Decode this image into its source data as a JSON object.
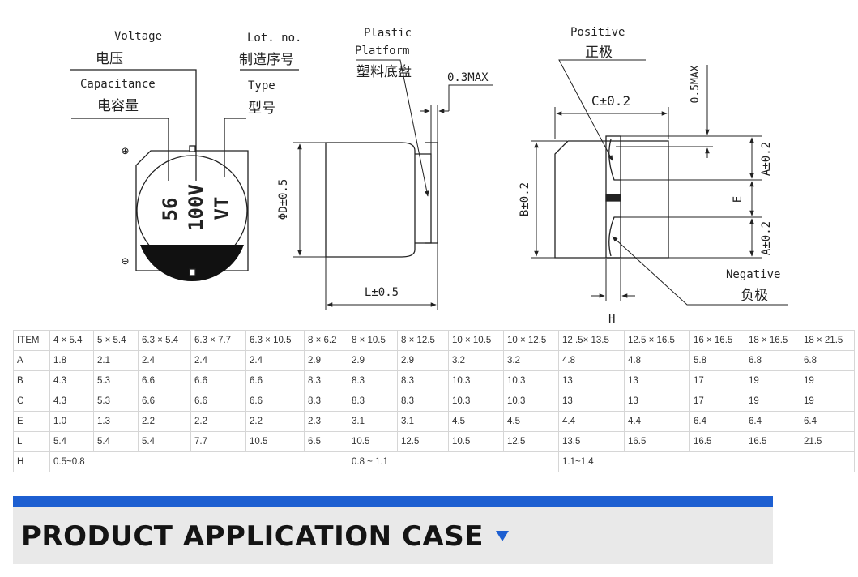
{
  "diagram": {
    "labels": {
      "voltage_en": "Voltage",
      "voltage_cn": "电压",
      "capacitance_en": "Capacitance",
      "capacitance_cn": "电容量",
      "lot_en": "Lot. no.",
      "lot_cn": "制造序号",
      "type_en": "Type",
      "type_cn": "型号",
      "platform_en_1": "Plastic",
      "platform_en_2": "Platform",
      "platform_cn": "塑料底盘",
      "max_03": "0.3MAX",
      "positive_en": "Positive",
      "positive_cn": "正极",
      "negative_en": "Negative",
      "negative_cn": "负极",
      "max_05": "0.5MAX",
      "dim_c": "C±0.2",
      "dim_b": "B±0.2",
      "dim_d": "ΦD±0.5",
      "dim_l": "L±0.5",
      "dim_a_top": "A±0.2",
      "dim_a_bottom": "A±0.2",
      "dim_e": "E",
      "dim_h": "H",
      "plus_sign": "⊕",
      "minus_sign": "⊖"
    },
    "marking": {
      "capacitance": "56",
      "voltage": "100V",
      "type": "VT"
    }
  },
  "table": {
    "headers": [
      "ITEM",
      "4 × 5.4",
      "5 × 5.4",
      "6.3 × 5.4",
      "6.3 × 7.7",
      "6.3 × 10.5",
      "8 × 6.2",
      "8 × 10.5",
      "8 × 12.5",
      "10 × 10.5",
      "10 × 12.5",
      "12 .5× 13.5",
      "12.5 × 16.5",
      "16 × 16.5",
      "18 × 16.5",
      "18 × 21.5"
    ],
    "rows": [
      [
        "A",
        "1.8",
        "2.1",
        "2.4",
        "2.4",
        "2.4",
        "2.9",
        "2.9",
        "2.9",
        "3.2",
        "3.2",
        "4.8",
        "4.8",
        "5.8",
        "6.8",
        "6.8"
      ],
      [
        "B",
        "4.3",
        "5.3",
        "6.6",
        "6.6",
        "6.6",
        "8.3",
        "8.3",
        "8.3",
        "10.3",
        "10.3",
        "13",
        "13",
        "17",
        "19",
        "19"
      ],
      [
        "C",
        "4.3",
        "5.3",
        "6.6",
        "6.6",
        "6.6",
        "8.3",
        "8.3",
        "8.3",
        "10.3",
        "10.3",
        "13",
        "13",
        "17",
        "19",
        "19"
      ],
      [
        "E",
        "1.0",
        "1.3",
        "2.2",
        "2.2",
        "2.2",
        "2.3",
        "3.1",
        "3.1",
        "4.5",
        "4.5",
        "4.4",
        "4.4",
        "6.4",
        "6.4",
        "6.4"
      ],
      [
        "L",
        "5.4",
        "5.4",
        "5.4",
        "7.7",
        "10.5",
        "6.5",
        "10.5",
        "12.5",
        "10.5",
        "12.5",
        "13.5",
        "16.5",
        "16.5",
        "16.5",
        "21.5"
      ]
    ],
    "h_row": {
      "label": "H",
      "group1": "0.5~0.8",
      "group2": "0.8 ~ 1.1",
      "group3": "1.1~1.4"
    }
  },
  "banner": {
    "title": "PRODUCT APPLICATION CASE",
    "arrow_icon": "triangle-down-icon",
    "accent_color": "#1d5fd1"
  }
}
